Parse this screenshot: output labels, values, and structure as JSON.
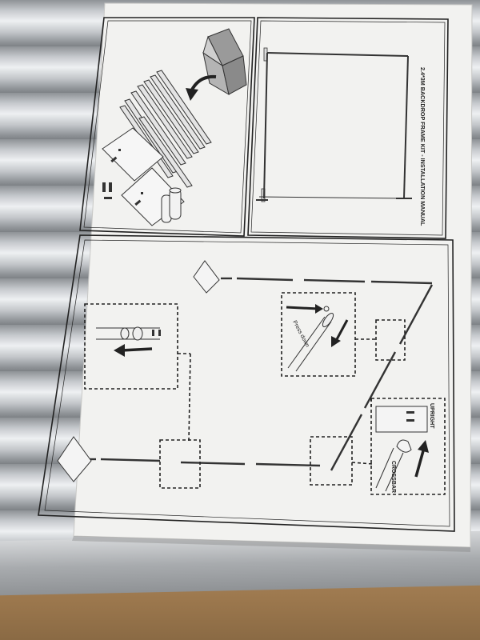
{
  "manual": {
    "title": "2.4*3M BACKDROP FRAME KIT - INSTALLATION MANUAL",
    "steps": {
      "press_label": "Press down",
      "upright_label": "UPRIGHT",
      "crossbar_label": "CROSSBAR"
    }
  },
  "colors": {
    "paper": "#f2f2f0",
    "ink": "#222222",
    "metal": "#c9ccd0",
    "cardboard": "#a47f52"
  },
  "icons": [
    "box-icon",
    "curved-arrow-icon",
    "left-arrow-icon",
    "down-arrow-icon",
    "up-arrow-icon",
    "base-plate-icon"
  ]
}
